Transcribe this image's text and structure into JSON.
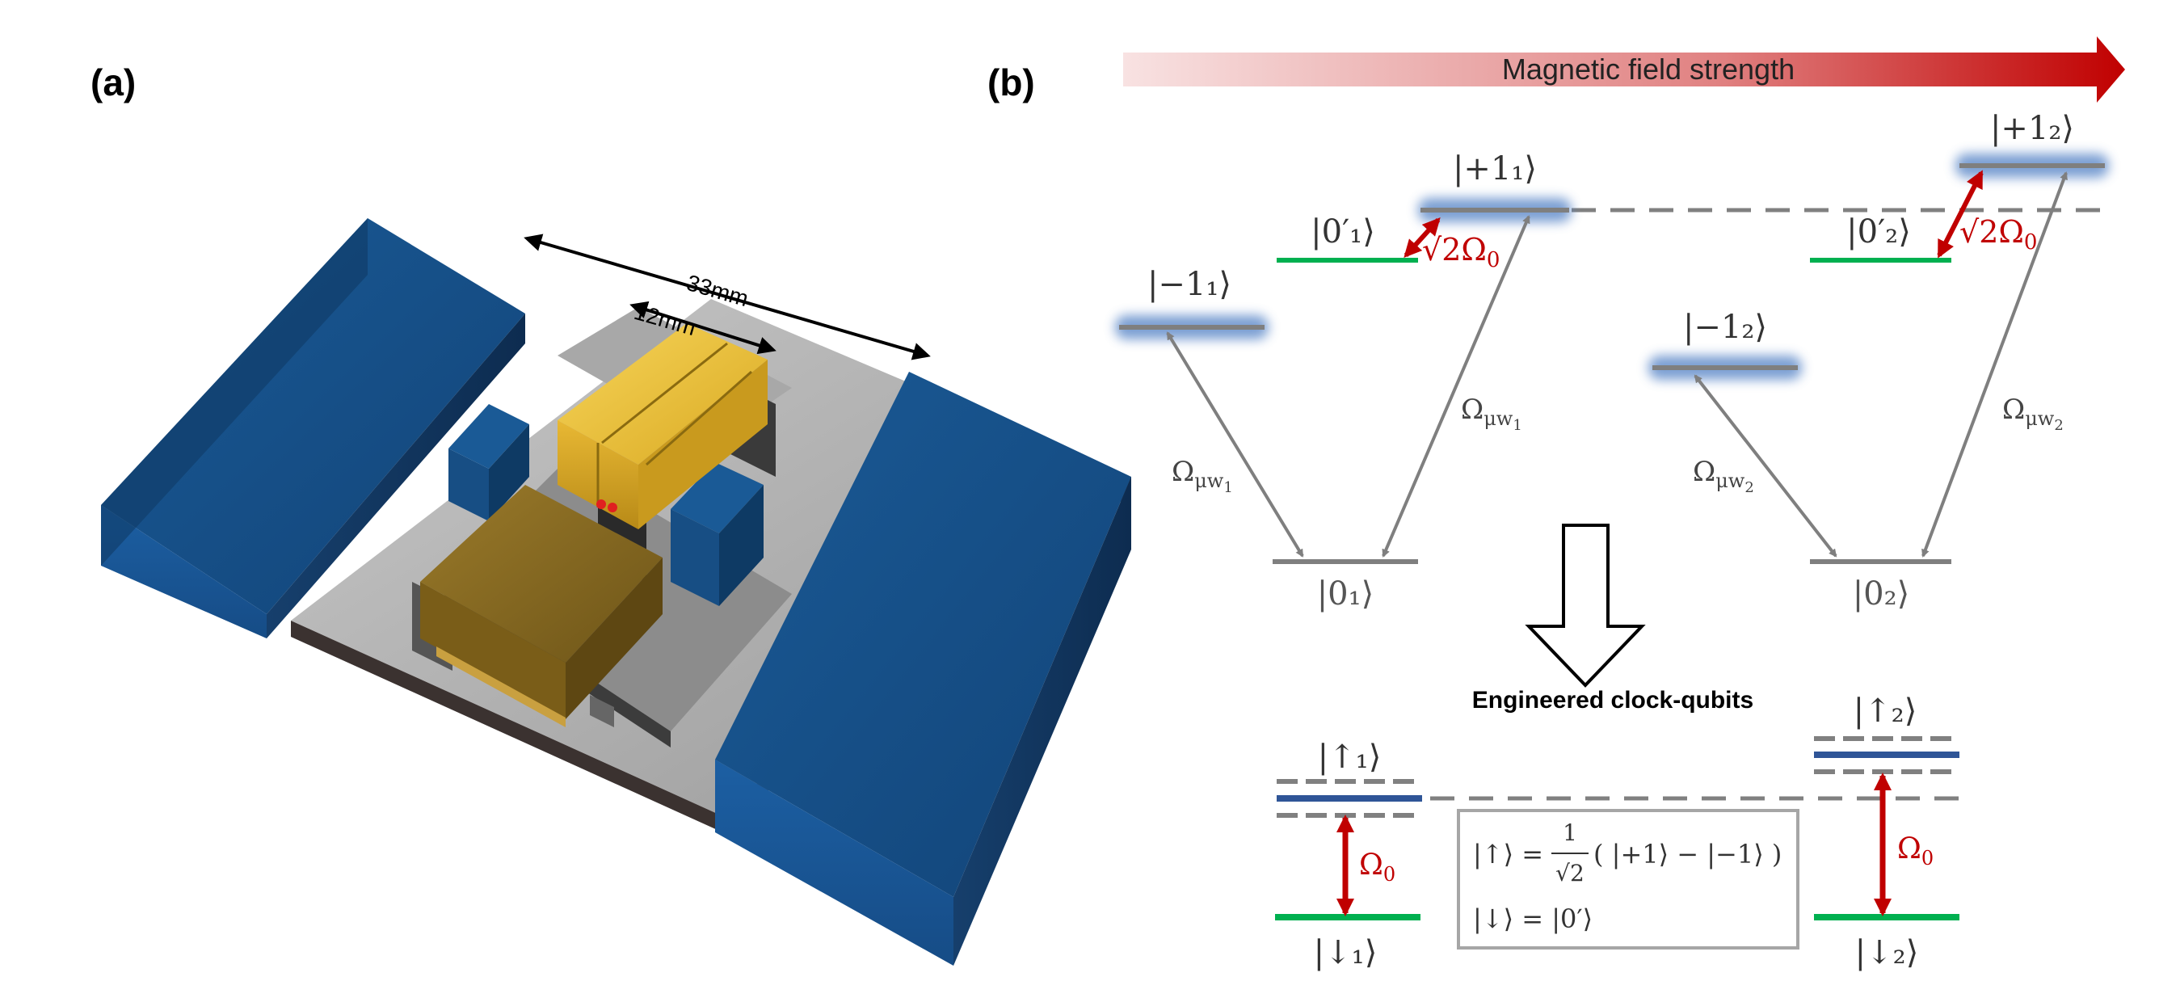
{
  "panel_a": {
    "label": "(a)",
    "dim_outer": "33mm",
    "dim_inner": "12mm"
  },
  "panel_b": {
    "label": "(b)",
    "field_arrow_label": "Magnetic field strength",
    "levels": {
      "plus1_1": "|+1₁⟩",
      "zero_prime_1": "|0′₁⟩",
      "minus1_1": "|−1₁⟩",
      "zero_1": "|0₁⟩",
      "plus1_2": "|+1₂⟩",
      "zero_prime_2": "|0′₂⟩",
      "minus1_2": "|−1₂⟩",
      "zero_2": "|0₂⟩"
    },
    "couplings": {
      "rf_1_main": "√2Ω",
      "rf_1_sub": "0",
      "rf_2_main": "√2Ω",
      "rf_2_sub": "0",
      "mw1_main": "Ω",
      "mw1_sub": "μw",
      "mw1_subsub": "1",
      "mw2_main": "Ω",
      "mw2_sub": "μw",
      "mw2_subsub": "2"
    },
    "clock_qubits_title": "Engineered clock-qubits",
    "qubit_levels": {
      "up_1": "|↑₁⟩",
      "down_1": "|↓₁⟩",
      "up_2": "|↑₂⟩",
      "down_2": "|↓₂⟩",
      "omega_main": "Ω",
      "omega_sub": "0"
    },
    "definition_box": {
      "up_lhs": "|↑⟩ =",
      "frac_num": "1",
      "frac_den": "√2",
      "up_rhs": "( |+1⟩ − |−1⟩ )",
      "down": "|↓⟩ = |0′⟩"
    }
  },
  "colors": {
    "field_arrow_start": "#f7e0e0",
    "field_arrow_end": "#c00000",
    "green_level": "#00b050",
    "gray_level": "#808080",
    "blue_level": "#2f5597",
    "red_arrow": "#c00000",
    "magnet_blue": "#1f4e79",
    "gold": "#f2c230"
  }
}
